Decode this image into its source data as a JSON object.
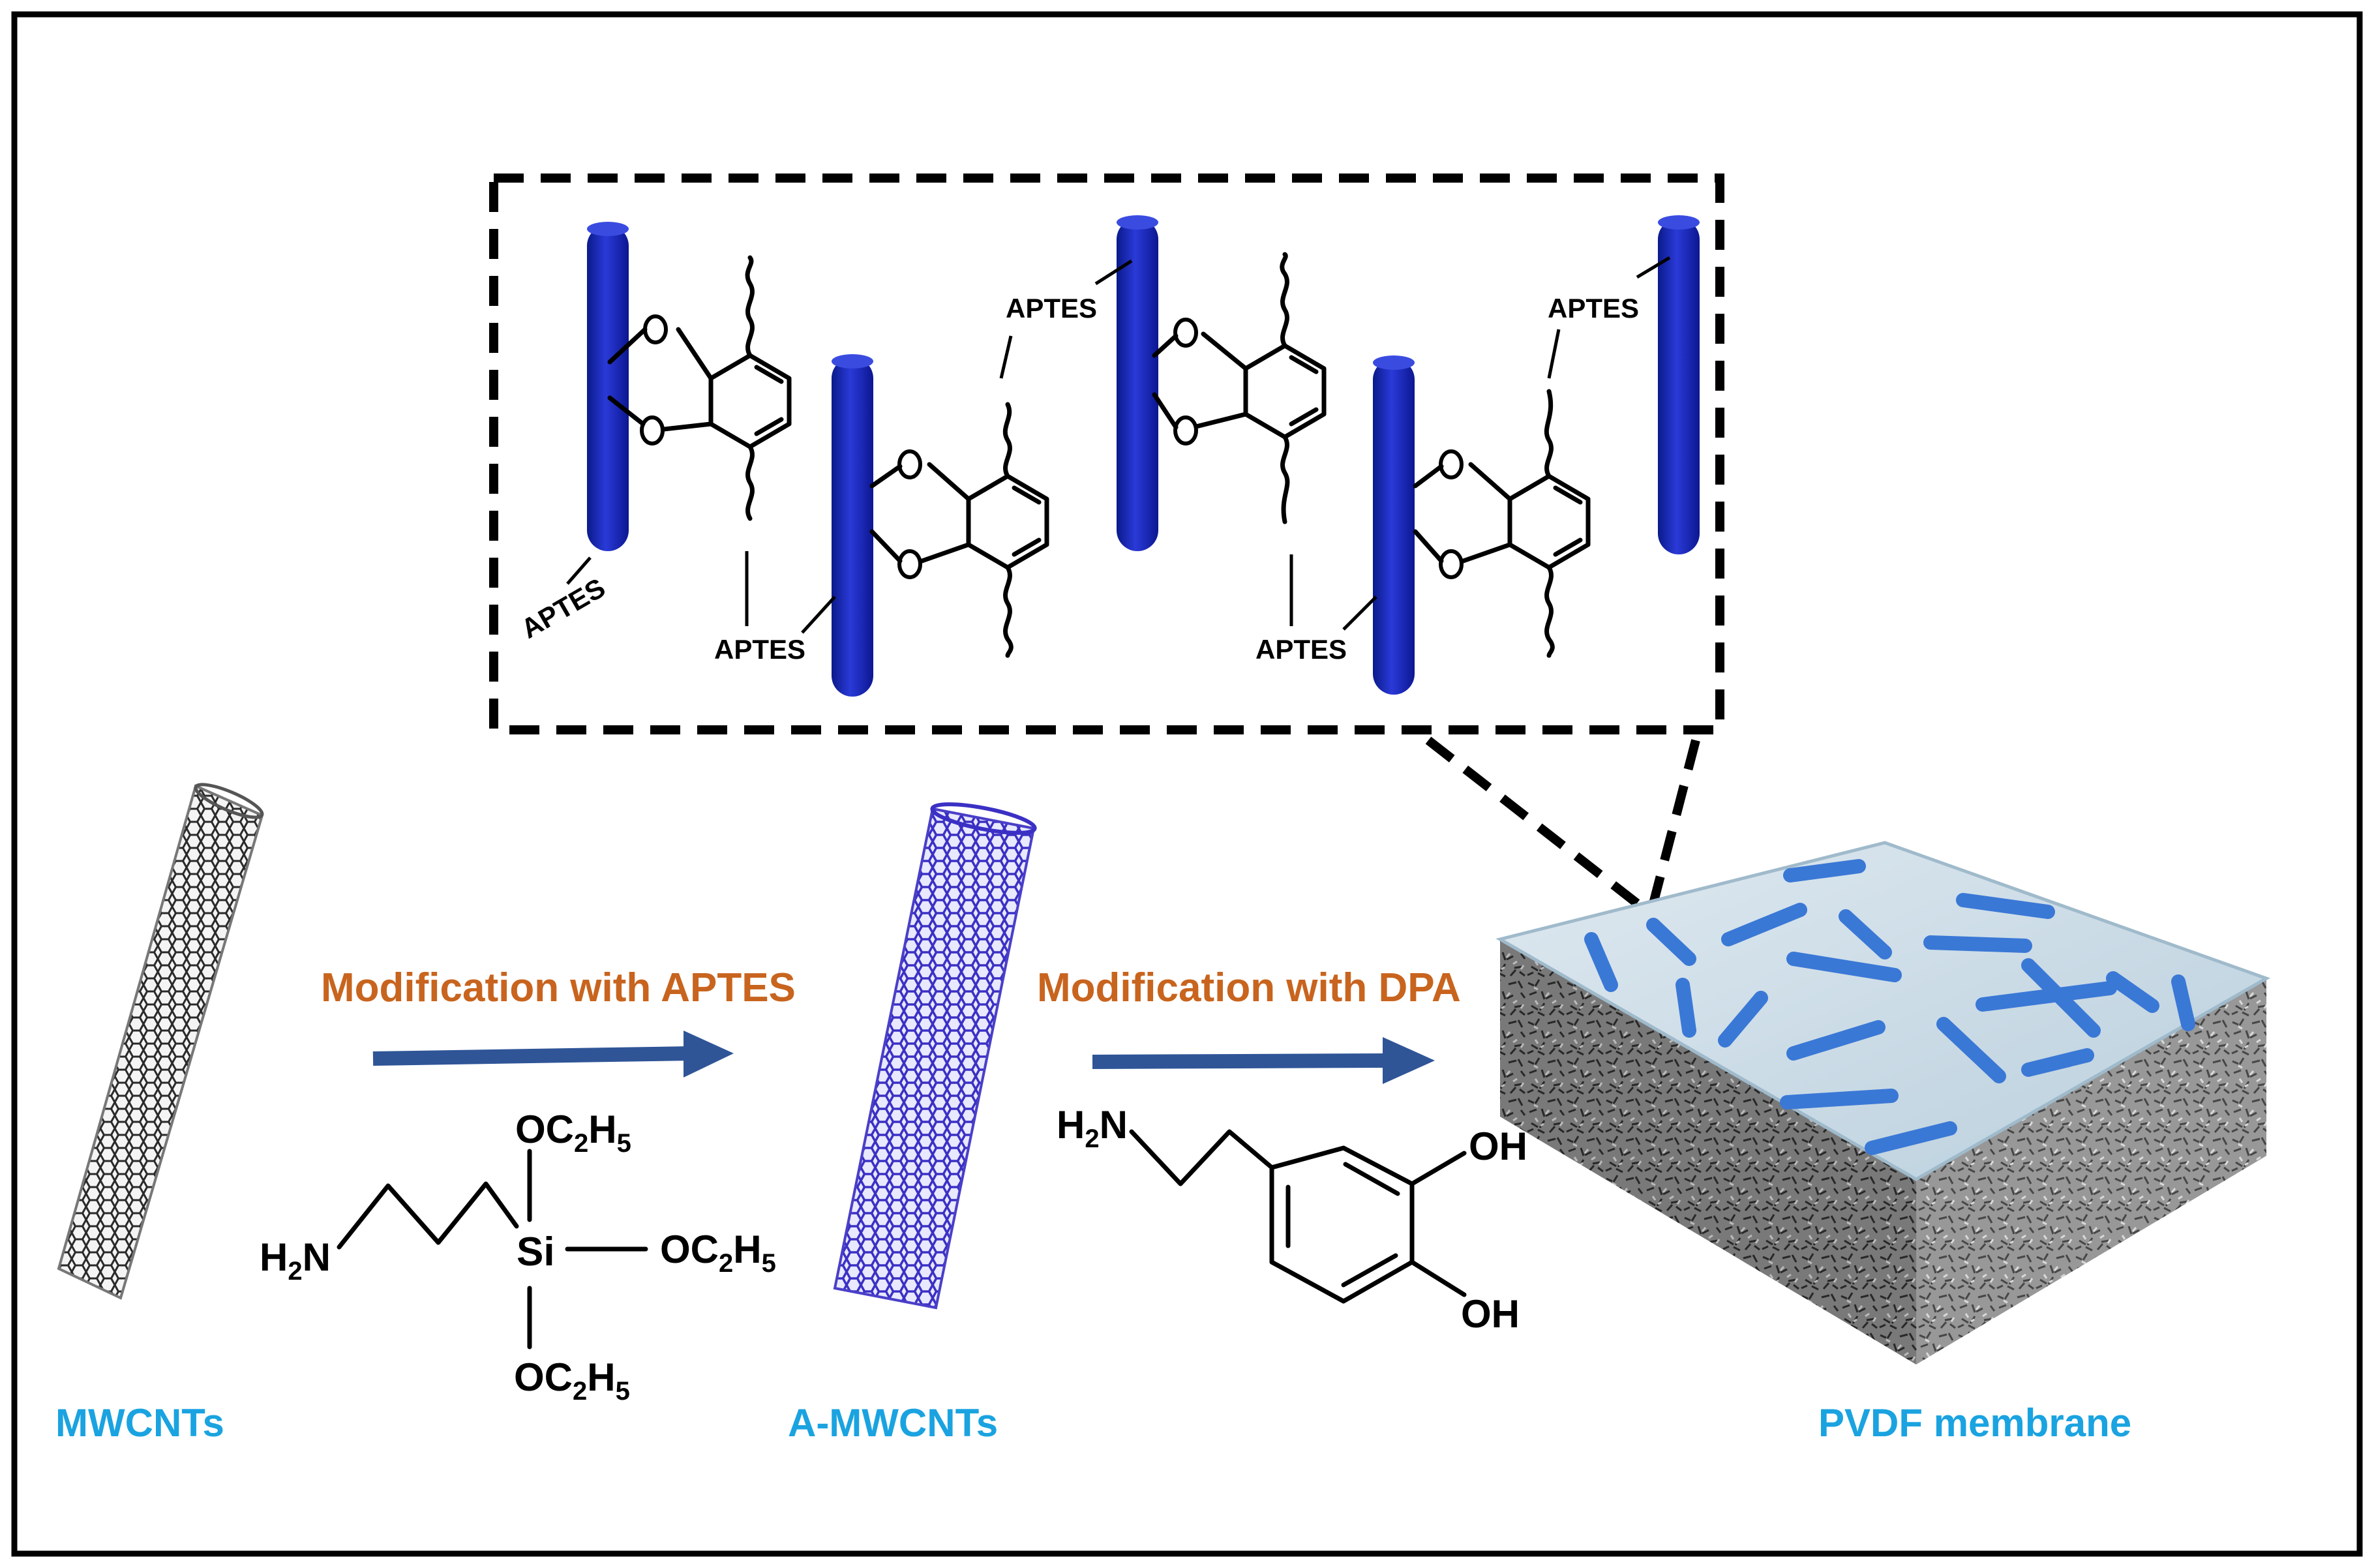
{
  "labels": {
    "mwcnts": "MWCNTs",
    "a_mwcnts": "A-MWCNTs",
    "pvdf": "PVDF membrane",
    "step1": "Modification with APTES",
    "step2": "Modification with DPA",
    "aptes": "APTES"
  },
  "aptes_structure": {
    "amine_h": "H",
    "amine_sub": "2",
    "amine_n": "N",
    "si": "Si",
    "ethoxy_o": "OC",
    "ethoxy_sub1": "2",
    "ethoxy_h": "H",
    "ethoxy_sub2": "5"
  },
  "dpa_structure": {
    "amine_h": "H",
    "amine_sub": "2",
    "amine_n": "N",
    "hydroxyl_top": "OH",
    "hydroxyl_bottom": "OH"
  },
  "colors": {
    "label_blue": "#1aa3e0",
    "step_orange": "#c8641e",
    "arrow_blue": "#2f5597",
    "cnt_blue": "#1f2fb5",
    "cnt_purple": "#4a3fc8",
    "membrane_top": "#c9dbe6",
    "rod_blue": "#3a78d6"
  }
}
